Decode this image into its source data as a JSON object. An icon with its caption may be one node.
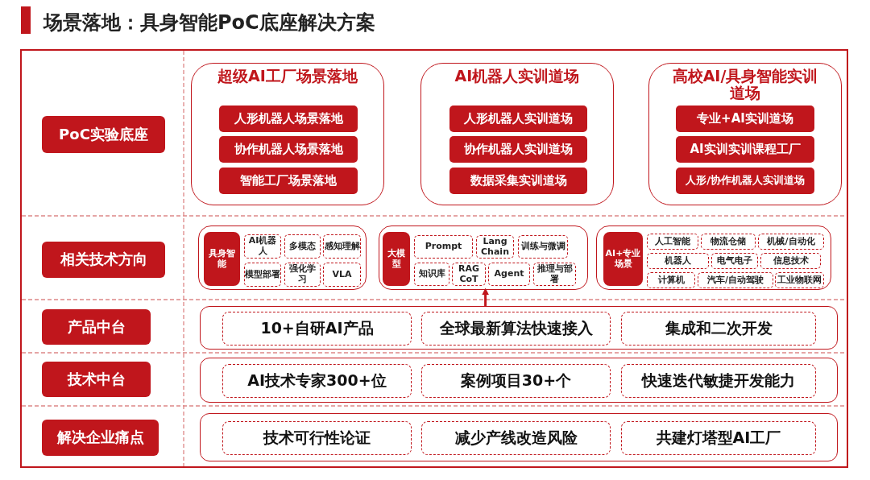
{
  "diagram": {
    "title": "场景落地：具身智能PoC底座解决方案",
    "nodes": [
      {
        "text": [
          "PoC实验底座"
        ]
      },
      {
        "text": [
          "超级AI工厂场景落地"
        ]
      },
      {
        "text": [
          "人形机器人场景落地"
        ],
        "in": 1
      },
      {
        "text": [
          "协作机器人场景落地"
        ],
        "in": 1
      },
      {
        "text": [
          "智能工厂场景落地"
        ],
        "in": 1
      },
      {
        "text": [
          "AI机器人实训道场"
        ]
      },
      {
        "text": [
          "人形机器人实训道场"
        ],
        "in": 5
      },
      {
        "text": [
          "协作机器人实训道场"
        ],
        "in": 5
      },
      {
        "text": [
          "数据采集实训道场"
        ],
        "in": 5
      },
      {
        "text": [
          "高校AI/具身智能实训道场"
        ]
      },
      {
        "text": [
          "专业+AI实训道场"
        ],
        "in": 9
      },
      {
        "text": [
          "AI实训实训课程工厂"
        ],
        "in": 9
      },
      {
        "text": [
          "人形/协作机器人实训道场"
        ],
        "in": 9
      },
      {
        "text": [
          "相关技术方向"
        ]
      },
      {
        "text": [],
        "shape": "box"
      },
      {
        "text": [
          "具身智能"
        ],
        "in": 14
      },
      {
        "text": [
          "AI机器人"
        ],
        "in": 14
      },
      {
        "text": [
          "多模态"
        ],
        "in": 14
      },
      {
        "text": [
          "感知理解"
        ],
        "in": 14
      },
      {
        "text": [
          "模型部署"
        ],
        "in": 14
      },
      {
        "text": [
          "强化学习"
        ],
        "in": 14
      },
      {
        "text": [
          "VLA"
        ],
        "in": 14
      },
      {
        "text": [],
        "shape": "box"
      },
      {
        "text": [
          "大模型"
        ],
        "in": 22
      },
      {
        "text": [
          "Prompt"
        ],
        "in": 22
      },
      {
        "text": [
          "Lang Chain"
        ],
        "in": 22
      },
      {
        "text": [
          "训练与微调"
        ],
        "in": 22
      },
      {
        "text": [
          "知识库"
        ],
        "in": 22
      },
      {
        "text": [
          "RAG CoT"
        ],
        "in": 22
      },
      {
        "text": [
          "Agent"
        ],
        "in": 22
      },
      {
        "text": [
          "推理与部署"
        ],
        "in": 22
      },
      {
        "text": [],
        "shape": "box"
      },
      {
        "text": [
          "AI+专业场景"
        ],
        "in": 31
      },
      {
        "text": [
          "人工智能"
        ],
        "in": 31
      },
      {
        "text": [
          "物流仓储"
        ],
        "in": 31
      },
      {
        "text": [
          "机械/自动化"
        ],
        "in": 31
      },
      {
        "text": [
          "机器人"
        ],
        "in": 31
      },
      {
        "text": [
          "电气电子"
        ],
        "in": 31
      },
      {
        "text": [
          "信息技术"
        ],
        "in": 31
      },
      {
        "text": [
          "计算机"
        ],
        "in": 31
      },
      {
        "text": [
          "汽车/自动驾驶"
        ],
        "in": 31
      },
      {
        "text": [
          "工业物联网"
        ],
        "in": 31
      },
      {
        "text": [
          "产品中台"
        ]
      },
      {
        "text": [],
        "shape": "box"
      },
      {
        "text": [
          "10+自研AI产品"
        ],
        "in": 43
      },
      {
        "text": [
          "全球最新算法快速接入"
        ],
        "in": 43
      },
      {
        "text": [
          "集成和二次开发"
        ],
        "in": 43
      },
      {
        "text": [
          "技术中台"
        ]
      },
      {
        "text": [],
        "shape": "box"
      },
      {
        "text": [
          "AI技术专家300+位"
        ],
        "in": 48
      },
      {
        "text": [
          "案例项目30+个"
        ],
        "in": 48
      },
      {
        "text": [
          "快速迭代敏捷开发能力"
        ],
        "in": 48
      },
      {
        "text": [
          "解决企业痛点"
        ]
      },
      {
        "text": [],
        "shape": "box"
      },
      {
        "text": [
          "技术可行性论证"
        ],
        "in": 53
      },
      {
        "text": [
          "减少产线改造风险"
        ],
        "in": 53
      },
      {
        "text": [
          "共建灯塔型AI工厂"
        ],
        "in": 53
      }
    ],
    "edges": [
      {
        "from": 43,
        "to": 22,
        "arrow": "to"
      }
    ]
  }
}
